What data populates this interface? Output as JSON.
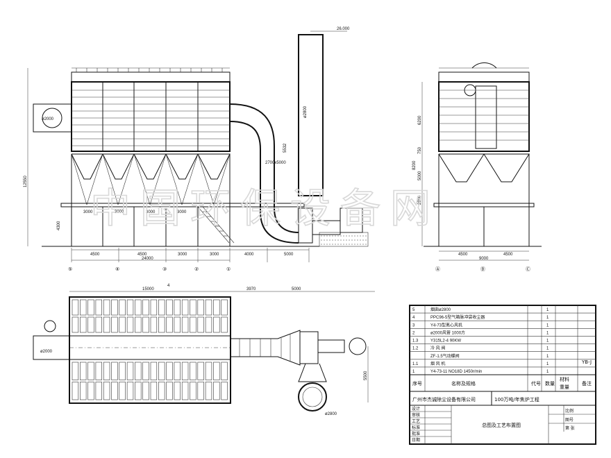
{
  "elevation_front": {
    "stack_label": "ø2800",
    "stack_top_label": "26.000",
    "inlet_label": "ø2000",
    "duct_label": "2700x5000",
    "duct_height": "5532",
    "height_total": "12550",
    "height_base": "4300",
    "bay_dims": [
      "4500",
      "4500",
      "3000",
      "3000",
      "4000",
      "5000"
    ],
    "small_dims": [
      "3000",
      "3000",
      "3000",
      "3000"
    ],
    "total_length": "24000",
    "axis_labels": [
      "⑤",
      "④",
      "③",
      "②",
      "①"
    ]
  },
  "elevation_side": {
    "dims_vertical": [
      "6200",
      "750",
      "5000",
      "2800"
    ],
    "dim_overall": "8200",
    "bay_dims": [
      "4500",
      "4500"
    ],
    "total_width": "9000",
    "axis_labels": [
      "Ⓐ",
      "Ⓑ",
      "Ⓒ"
    ]
  },
  "plan": {
    "dim_length": "15000",
    "dim_duct": "3970",
    "dim_fan": "5000",
    "dim_stack": "5500",
    "inlet_label": "ø2000",
    "stack_label": "ø2800",
    "callout": "4"
  },
  "title_block": {
    "rows": [
      {
        "no": "5",
        "name": "烟囱ø2800",
        "qty": "1"
      },
      {
        "no": "4",
        "name": "PPC96-5型气箱脉冲袋收尘器",
        "qty": "1"
      },
      {
        "no": "3",
        "name": "Y4-73型离心风机",
        "qty": "1"
      },
      {
        "no": "2",
        "name": "ø2000风管 1000方",
        "qty": "1"
      },
      {
        "no": "1.3",
        "name": "Y315L2-4 90KW",
        "qty": "1"
      },
      {
        "no": "1.2",
        "name": "冷  风  阀",
        "qty": "1"
      },
      {
        "no": "",
        "name": "ZF-1.5气动蝶阀",
        "qty": "1"
      },
      {
        "no": "1.1",
        "name": "烟   风   机",
        "qty": "1"
      },
      {
        "no": "1",
        "name": "Y4-73-11 NO18D 1450r/min",
        "qty": "1"
      }
    ],
    "header": {
      "no": "序号",
      "name": "名称及规格",
      "code": "代号",
      "qty": "数量",
      "material": "材料",
      "weight": "重量",
      "remark": "备注"
    },
    "company": "广州市杰诚除尘设备有限公司",
    "project": "100万吨/年焦炉工程",
    "drawing_title": "总图及工艺布置图",
    "roles": [
      "设计",
      "审核",
      "工艺",
      "标准",
      "批准",
      "日期"
    ],
    "side_cells": [
      "比例",
      "图号",
      "第  张"
    ],
    "remark_code": "YB-J"
  },
  "watermark": {
    "text": "中国环保设备网"
  }
}
